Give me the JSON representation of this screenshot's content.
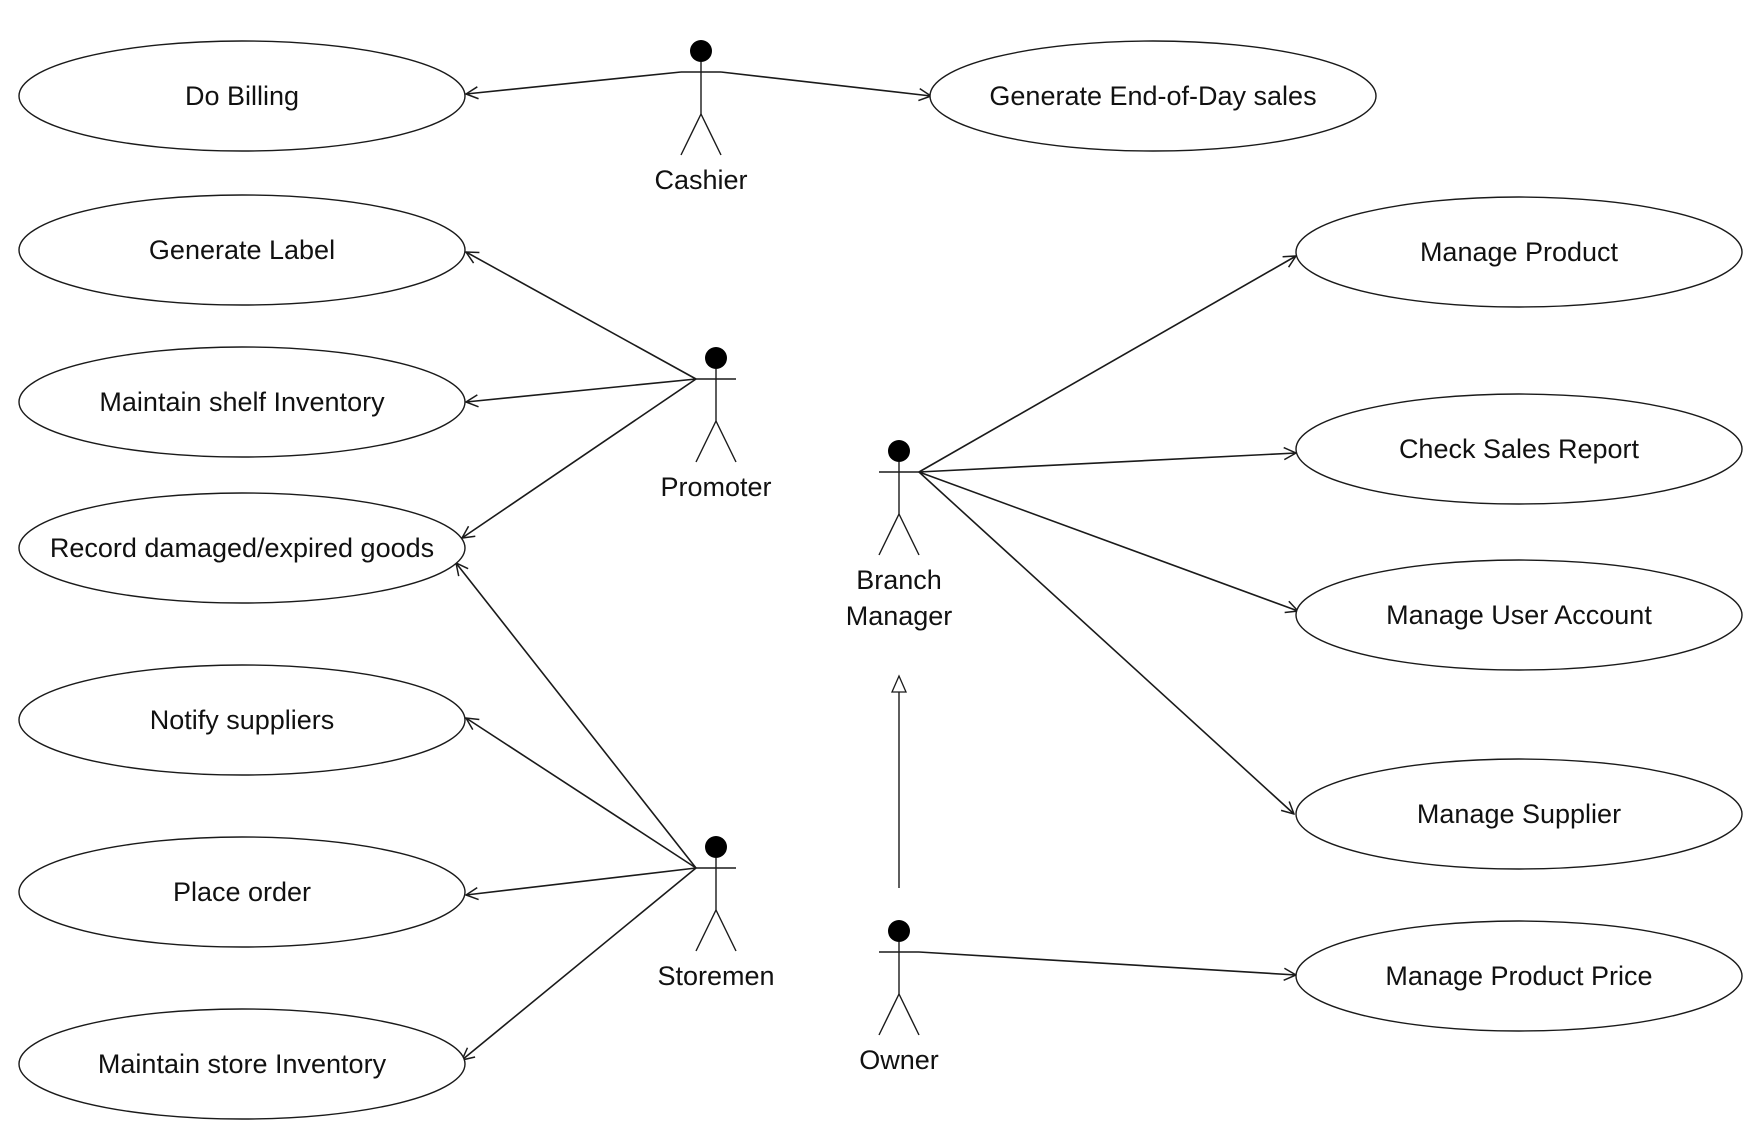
{
  "diagram": {
    "type": "uml-use-case",
    "actors": [
      {
        "id": "cashier",
        "lines": [
          "Cashier"
        ]
      },
      {
        "id": "promoter",
        "lines": [
          "Promoter"
        ]
      },
      {
        "id": "storemen",
        "lines": [
          "Storemen"
        ]
      },
      {
        "id": "branch_manager",
        "lines": [
          "Branch",
          "Manager"
        ]
      },
      {
        "id": "owner",
        "lines": [
          "Owner"
        ]
      }
    ],
    "use_cases": [
      {
        "id": "do_billing",
        "label": "Do Billing"
      },
      {
        "id": "generate_eod",
        "label": "Generate End-of-Day sales"
      },
      {
        "id": "generate_label",
        "label": "Generate Label"
      },
      {
        "id": "maintain_shelf",
        "label": "Maintain shelf Inventory"
      },
      {
        "id": "record_damaged",
        "label": "Record damaged/expired goods"
      },
      {
        "id": "notify_suppliers",
        "label": "Notify suppliers"
      },
      {
        "id": "place_order",
        "label": "Place order"
      },
      {
        "id": "maintain_store",
        "label": "Maintain store Inventory"
      },
      {
        "id": "manage_product",
        "label": "Manage Product"
      },
      {
        "id": "check_sales",
        "label": "Check Sales Report"
      },
      {
        "id": "manage_user",
        "label": "Manage User Account"
      },
      {
        "id": "manage_supplier",
        "label": "Manage Supplier"
      },
      {
        "id": "manage_price",
        "label": "Manage Product Price"
      }
    ],
    "associations": [
      {
        "from": "cashier",
        "to": "do_billing"
      },
      {
        "from": "cashier",
        "to": "generate_eod"
      },
      {
        "from": "promoter",
        "to": "generate_label"
      },
      {
        "from": "promoter",
        "to": "maintain_shelf"
      },
      {
        "from": "promoter",
        "to": "record_damaged"
      },
      {
        "from": "storemen",
        "to": "record_damaged"
      },
      {
        "from": "storemen",
        "to": "notify_suppliers"
      },
      {
        "from": "storemen",
        "to": "place_order"
      },
      {
        "from": "storemen",
        "to": "maintain_store"
      },
      {
        "from": "branch_manager",
        "to": "manage_product"
      },
      {
        "from": "branch_manager",
        "to": "check_sales"
      },
      {
        "from": "branch_manager",
        "to": "manage_user"
      },
      {
        "from": "branch_manager",
        "to": "manage_supplier"
      },
      {
        "from": "owner",
        "to": "manage_price"
      }
    ],
    "generalizations": [
      {
        "child": "owner",
        "parent": "branch_manager"
      }
    ]
  }
}
